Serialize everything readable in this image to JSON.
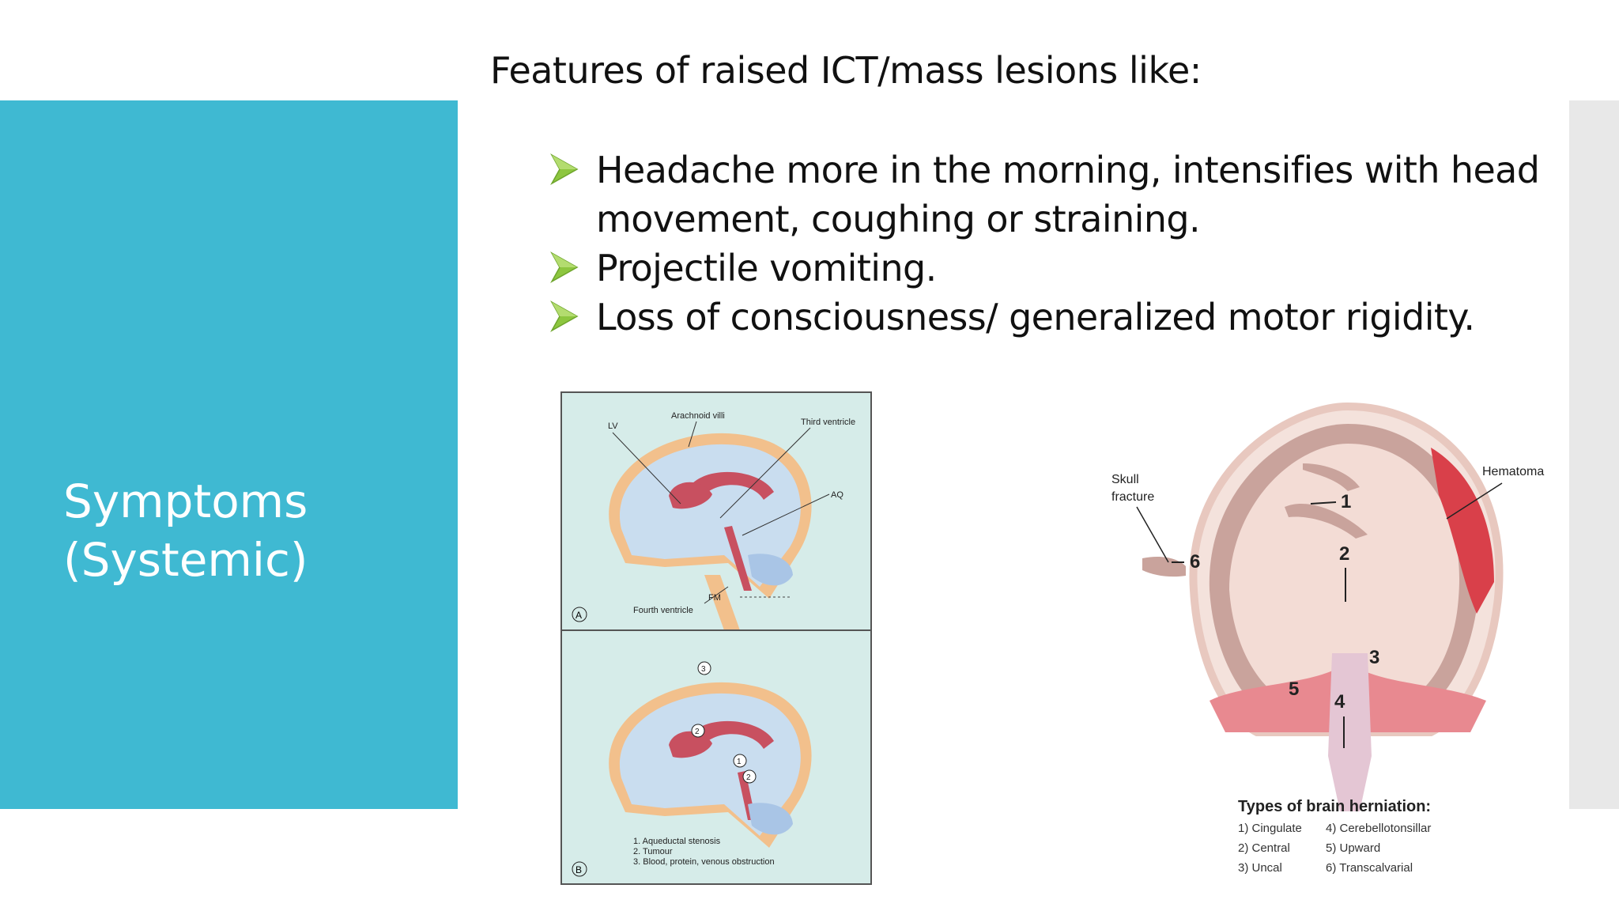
{
  "slide": {
    "side_title_line1": "Symptoms",
    "side_title_line2": "(Systemic)",
    "heading": "Features of raised ICT/mass lesions like:",
    "bullets": [
      {
        "line1": "Headache more in the morning, intensifies with head",
        "line2": "movement, coughing or straining."
      },
      {
        "line1": "Projectile vomiting."
      },
      {
        "line1": "Loss of consciousness/ generalized motor rigidity."
      }
    ],
    "colors": {
      "panel": "#3fb9d2",
      "bullet_arrow": "#8dc63f",
      "strip": "#e8e8e8"
    }
  },
  "figure_a": {
    "labels": {
      "arachnoid": "Arachnoid villi",
      "lv": "LV",
      "third": "Third ventricle",
      "aq": "AQ",
      "fm": "FM",
      "fourth": "Fourth ventricle",
      "panel_a": "A",
      "panel_b": "B",
      "causes": [
        "1. Aqueductal stenosis",
        "2. Tumour",
        "3. Blood, protein, venous obstruction"
      ],
      "markers": [
        "3",
        "2",
        "1",
        "2"
      ]
    }
  },
  "figure_b": {
    "labels": {
      "skull": "Skull",
      "fracture": "fracture",
      "hematoma": "Hematoma",
      "numbers": [
        "1",
        "2",
        "3",
        "4",
        "5",
        "6"
      ],
      "types_title": "Types of brain herniation:",
      "types": [
        "1) Cingulate",
        "2) Central",
        "3) Uncal",
        "4) Cerebellotonsillar",
        "5) Upward",
        "6) Transcalvarial"
      ]
    }
  }
}
